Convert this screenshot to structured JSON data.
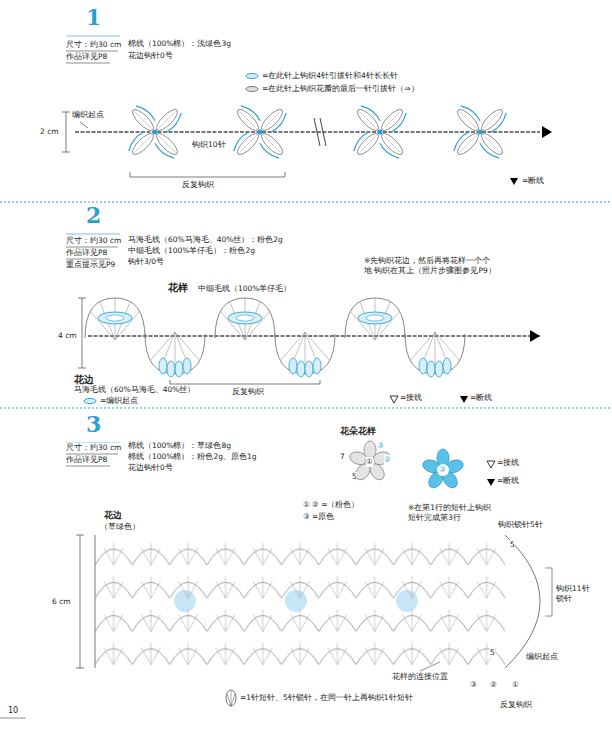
{
  "diagram": {
    "labels": [
      "1",
      "尺寸：约30 cm",
      "作品详见P8",
      "棉线（100%棉）：浅绿色3g",
      "花边钩针0号",
      "编织起点",
      "2 cm",
      "钩织10针",
      "反复钩织",
      "2",
      "尺寸：约30 cm",
      "作品详见P8",
      "重点提示见P9",
      "马海毛线（60%马海毛、40%丝）：粉色2g",
      "中细毛线（100%羊仔毛）：粉色2g",
      "钩针3/0号",
      "※先钩织花边，然后再将花样一个个地 钩织在其上（照片步骤图参见P9）",
      "花样",
      "中细毛线（100%羊仔毛）",
      "4 cm",
      "花边",
      "马海毛线（60%马海毛、40%丝）",
      "反复钩织",
      "3",
      "尺寸：约30 cm",
      "作品详见P8",
      "棉线（100%棉）：草绿色8g",
      "棉线（100%棉）：粉色2g、原色1g",
      "花边钩针0号",
      "花朵花样",
      "7",
      "5",
      "③",
      "②",
      "①",
      "③",
      "① ② =（粉色）",
      "③ =原色",
      "※在第1行的短针上钩织 短针完成第3行",
      "花边",
      "（草绿色）",
      "钩织锁针5针",
      "5",
      "钩织11针锁针",
      "6 cm",
      "5",
      "编织起点",
      "花样的连接位置",
      "③",
      "②",
      "①",
      "反复钩织",
      "10"
    ],
    "legend": [
      {
        "text": "=在此针上钩织4针引拔针和4针长长针"
      },
      {
        "text": "=在此针上钩织花瓣的最后一针引拔针（⇒）"
      },
      {
        "text": "=断线"
      },
      {
        "text": "=编织起点"
      },
      {
        "text": "=接线"
      },
      {
        "text": "=断线"
      },
      {
        "text": "=接线"
      },
      {
        "text": "=断线"
      },
      {
        "text": "=1针短针、5针锁针，在同一针上再钩织1针短针"
      }
    ]
  }
}
